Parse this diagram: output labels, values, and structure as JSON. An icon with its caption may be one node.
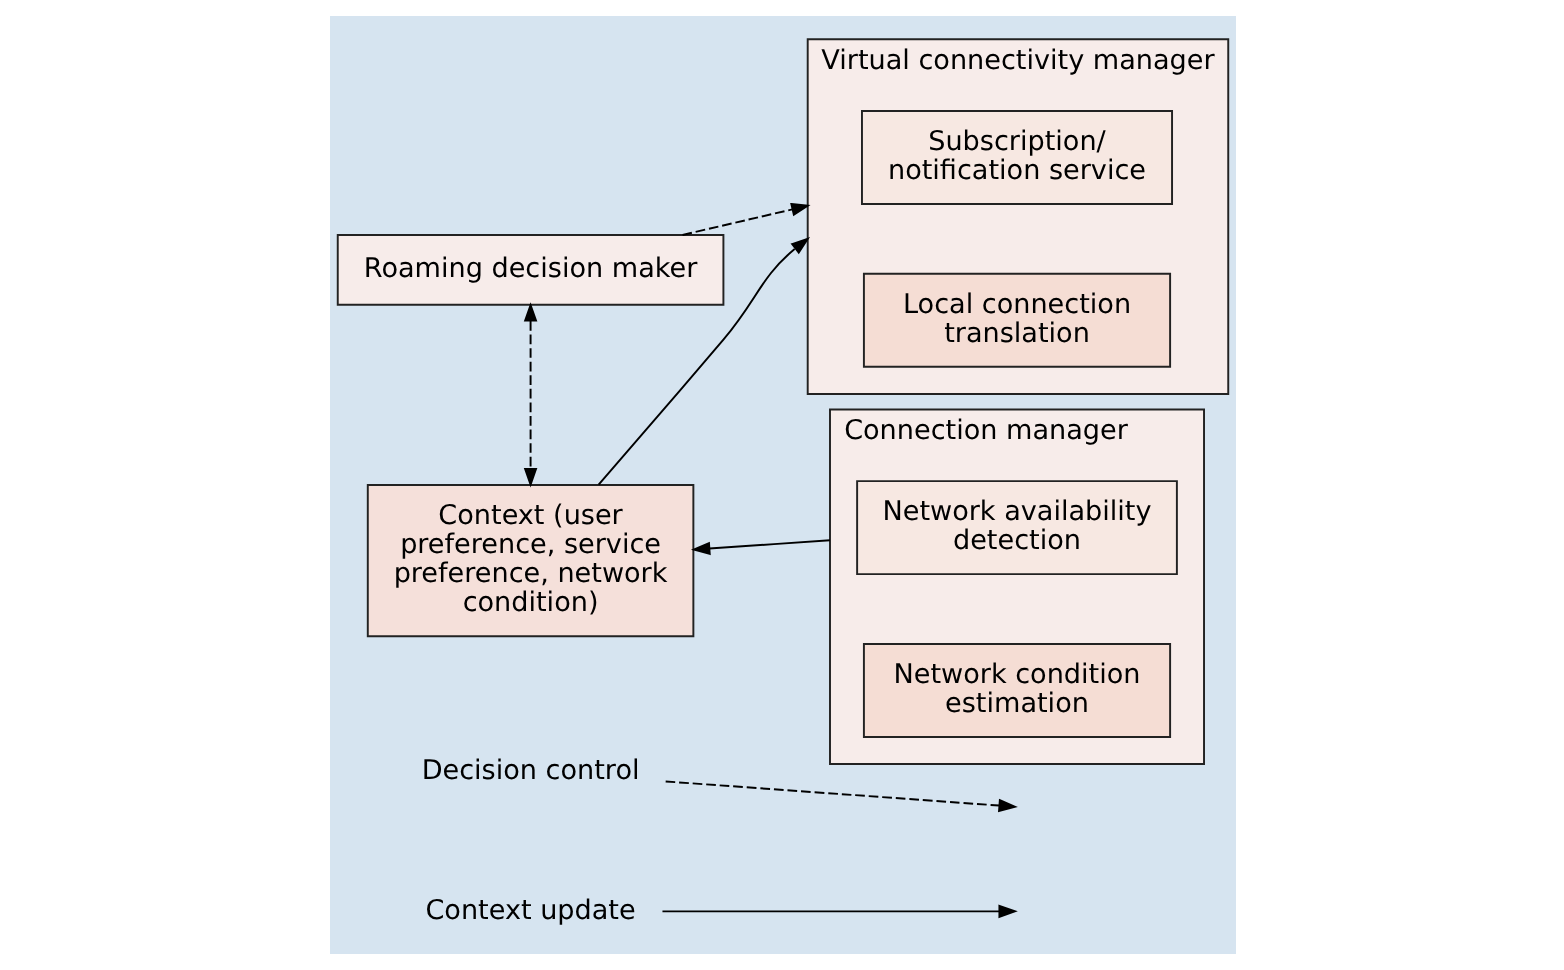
{
  "diagram": {
    "nodes": [
      {
        "text": [
          "Roaming decision maker"
        ]
      },
      {
        "text": [
          "Context (user preference, service preference, network condition)"
        ]
      },
      {
        "text": [
          "Virtual connectivity manager"
        ]
      },
      {
        "text": [
          "Subscription/ notification service"
        ],
        "in": 2
      },
      {
        "text": [
          "Local connection translation"
        ],
        "in": 2
      },
      {
        "text": [
          "Connection manager"
        ]
      },
      {
        "text": [
          "Network availability detection"
        ],
        "in": 5
      },
      {
        "text": [
          "Network condition estimation"
        ],
        "in": 5
      }
    ],
    "edges": [
      {
        "from": 0,
        "to": 2,
        "arrow": "to",
        "style": "dashed"
      },
      {
        "from": 0,
        "to": 1,
        "arrow": "both",
        "style": "dashed"
      },
      {
        "from": 1,
        "to": 2,
        "arrow": "to"
      },
      {
        "from": 5,
        "to": 1,
        "arrow": "to"
      }
    ],
    "legend": [
      {
        "text": "Decision control"
      },
      {
        "text": "Context update"
      }
    ]
  }
}
